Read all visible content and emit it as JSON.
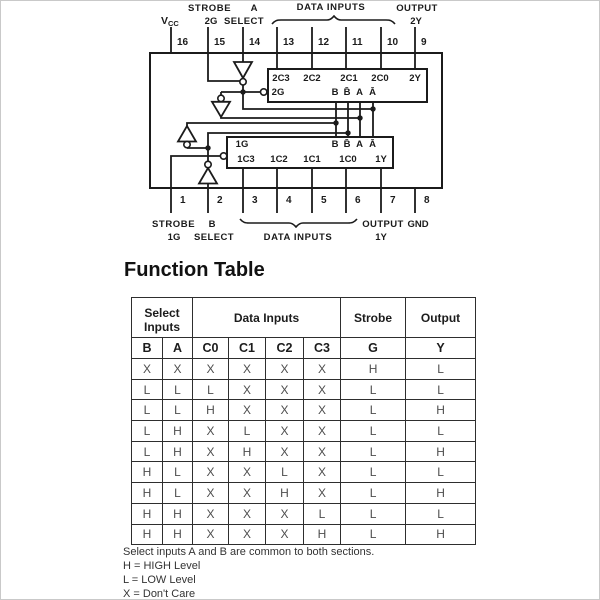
{
  "schematic": {
    "top": {
      "strobe": "STROBE",
      "a": "A",
      "vcc_main": "V",
      "vcc_sub": "CC",
      "g": "2G",
      "select": "SELECT",
      "data_inputs": "DATA INPUTS",
      "output": "OUTPUT",
      "y": "2Y",
      "pins": [
        "16",
        "15",
        "14",
        "13",
        "12",
        "11",
        "10",
        "9"
      ]
    },
    "bottom": {
      "strobe": "STROBE",
      "b": "B",
      "g": "1G",
      "select": "SELECT",
      "data_inputs": "DATA INPUTS",
      "output": "OUTPUT",
      "gnd": "GND",
      "y": "1Y",
      "pins": [
        "1",
        "2",
        "3",
        "4",
        "5",
        "6",
        "7",
        "8"
      ]
    },
    "mux2": {
      "inputs": [
        "2C3",
        "2C2",
        "2C1",
        "2C0"
      ],
      "out": "2Y",
      "g": "2G",
      "sel": [
        "B",
        "B̄",
        "A",
        "Ā"
      ]
    },
    "mux1": {
      "g": "1G",
      "sel": [
        "B",
        "B̄",
        "A",
        "Ā"
      ],
      "inputs": [
        "1C3",
        "1C2",
        "1C1",
        "1C0"
      ],
      "out": "1Y"
    }
  },
  "function_table": {
    "title": "Function Table",
    "header_groups": [
      {
        "line1": "Select",
        "line2": "Inputs"
      },
      {
        "line1": "Data Inputs"
      },
      {
        "line1": "Strobe"
      },
      {
        "line1": "Output"
      }
    ],
    "columns": [
      "B",
      "A",
      "C0",
      "C1",
      "C2",
      "C3",
      "G",
      "Y"
    ],
    "rows": [
      [
        "X",
        "X",
        "X",
        "X",
        "X",
        "X",
        "H",
        "L"
      ],
      [
        "L",
        "L",
        "L",
        "X",
        "X",
        "X",
        "L",
        "L"
      ],
      [
        "L",
        "L",
        "H",
        "X",
        "X",
        "X",
        "L",
        "H"
      ],
      [
        "L",
        "H",
        "X",
        "L",
        "X",
        "X",
        "L",
        "L"
      ],
      [
        "L",
        "H",
        "X",
        "H",
        "X",
        "X",
        "L",
        "H"
      ],
      [
        "H",
        "L",
        "X",
        "X",
        "L",
        "X",
        "L",
        "L"
      ],
      [
        "H",
        "L",
        "X",
        "X",
        "H",
        "X",
        "L",
        "H"
      ],
      [
        "H",
        "H",
        "X",
        "X",
        "X",
        "L",
        "L",
        "L"
      ],
      [
        "H",
        "H",
        "X",
        "X",
        "X",
        "H",
        "L",
        "H"
      ]
    ],
    "notes": [
      "Select inputs A and B are common to both sections.",
      "H = HIGH Level",
      "L = LOW Level",
      "X = Don't Care"
    ]
  }
}
